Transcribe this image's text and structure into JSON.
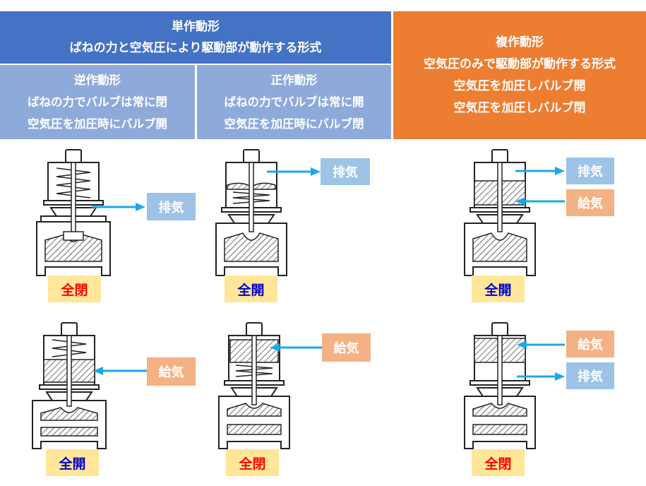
{
  "headers": {
    "single_acting": {
      "title": "単作動形",
      "description": "ばねの力と空気圧により駆動部が動作する形式"
    },
    "reverse_acting": {
      "title": "逆作動形",
      "line1": "ばねの力でバルブは常に閉",
      "line2": "空気圧を加圧時にバルブ開"
    },
    "direct_acting": {
      "title": "正作動形",
      "line1": "ばねの力でバルブは常に開",
      "line2": "空気圧を加圧時にバルブ閉"
    },
    "double_acting": {
      "title": "複作動形",
      "line1": "空気圧のみで駆動部が動作する形式",
      "line2": "空気圧を加圧しバルブ開",
      "line3": "空気圧を加圧しバルブ閉"
    }
  },
  "labels": {
    "exhaust": "排気",
    "supply": "給気",
    "fully_closed": "全閉",
    "fully_open": "全開"
  },
  "colors": {
    "single_header": "#4472c4",
    "sub_header": "#8eaadb",
    "double_header": "#ed7d31",
    "exhaust_badge": "#9dc3e6",
    "supply_badge": "#f4b183",
    "state_badge": "#ffe699",
    "arrow": "#1ea7e8",
    "closed_text": "#ff0000",
    "open_text": "#0000c8"
  }
}
